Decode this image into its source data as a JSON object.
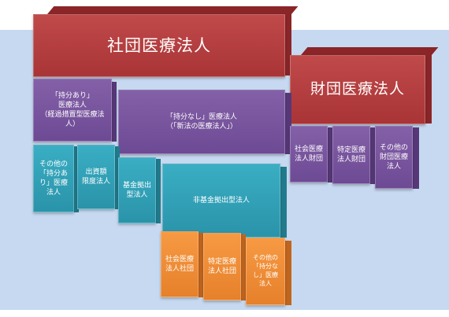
{
  "diagram": {
    "top_left": "社団医療法人",
    "top_right": "財団医療法人",
    "mochibun_ari": "「持分あり」\n医療法人\n（経過措置型医療法\n人）",
    "mochibun_nashi": "「持分なし」医療法人\n（「新法の医療法人」）",
    "zaidan_shakai": "社会医療\n法人財団",
    "zaidan_tokutei": "特定医療\n法人財団",
    "zaidan_sonota": "その他の\n財団医療\n法人",
    "ari_sonota": "その他の\n「持分あ\nり」医療\n法人",
    "ari_shusshi": "出資額\n限度法人",
    "kikin_kyoshutsu": "基金拠出\n型法人",
    "hi_kikin": "非基金拠出型法人",
    "shadan_shakai": "社会医療\n法人社団",
    "shadan_tokutei": "特定医療\n法人社団",
    "shadan_sonota": "その他の\n「持分な\nし」医療\n法人"
  }
}
